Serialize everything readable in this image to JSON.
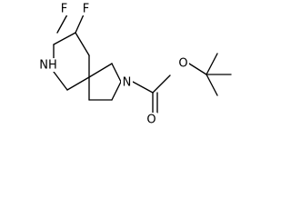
{
  "molecule": {
    "atoms": {
      "f_left": "F",
      "f_right": "F",
      "nh": "NH",
      "n_pyrrolidine": "N",
      "o_carbonyl": "O",
      "o_ester": "O"
    },
    "colors": {
      "background": "#ffffff",
      "bond": "#000000",
      "text": "#000000"
    }
  }
}
